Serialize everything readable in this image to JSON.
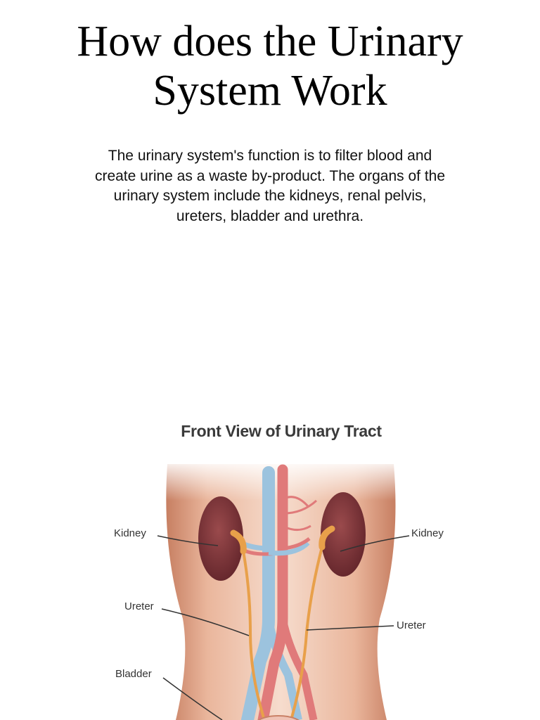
{
  "document": {
    "title_line1": "How does the Urinary",
    "title_line2": "System Work",
    "intro_line1": "The urinary system's function is to filter blood and",
    "intro_line2": "create urine as a waste by-product. The organs of the",
    "intro_line3": "urinary system include the kidneys, renal pelvis,",
    "intro_line4": "ureters, bladder and urethra."
  },
  "figure": {
    "title": "Front View of Urinary Tract",
    "labels": {
      "kidney_left": "Kidney",
      "kidney_right": "Kidney",
      "ureter_left": "Ureter",
      "ureter_right": "Ureter",
      "bladder": "Bladder"
    },
    "colors": {
      "skin": "#e7a98c",
      "skin_edge": "#c98166",
      "kidney": "#7a2f34",
      "vein": "#9cc3de",
      "artery": "#e07a7a",
      "ureter": "#e8a04a"
    }
  }
}
